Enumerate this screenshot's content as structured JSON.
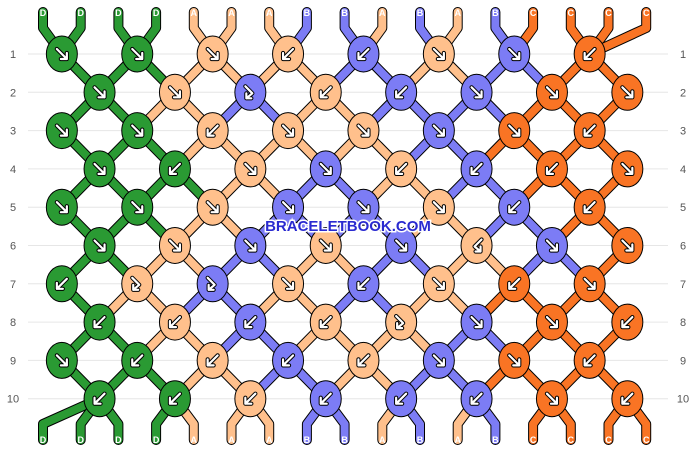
{
  "watermark": "BRACELETBOOK.COM",
  "colors": {
    "D": "#2a9a33",
    "A": "#ffc08c",
    "B": "#7c7cf5",
    "C": "#f97424",
    "outline": "#000000",
    "grid": "#e6e6e6",
    "label": "#555555"
  },
  "strand_labels_top": [
    "D",
    "D",
    "D",
    "D",
    "A",
    "A",
    "A",
    "B",
    "B",
    "A",
    "B",
    "A",
    "B",
    "C",
    "C",
    "C",
    "C"
  ],
  "strand_labels_bottom": [
    "D",
    "D",
    "D",
    "D",
    "A",
    "A",
    "A",
    "B",
    "B",
    "A",
    "B",
    "A",
    "B",
    "C",
    "C",
    "C",
    "C"
  ],
  "row_labels": [
    "1",
    "2",
    "3",
    "4",
    "5",
    "6",
    "7",
    "8",
    "9",
    "10"
  ],
  "knot_rows": [
    [
      [
        "D",
        "fwd"
      ],
      [
        "D",
        "fwd"
      ],
      [
        "A",
        "fwd"
      ],
      [
        "A",
        "bwd"
      ],
      [
        "B",
        "bwd"
      ],
      [
        "A",
        "fwd"
      ],
      [
        "B",
        "fwd"
      ],
      [
        "C",
        "bwd"
      ]
    ],
    [
      [
        "D",
        "fwd"
      ],
      [
        "A",
        "fwd"
      ],
      [
        "B",
        "fwdbwd"
      ],
      [
        "A",
        "bwd"
      ],
      [
        "B",
        "bwd"
      ],
      [
        "B",
        "fwd"
      ],
      [
        "C",
        "fwd"
      ],
      [
        "C",
        "fwd"
      ]
    ],
    [
      [
        "D",
        "fwd"
      ],
      [
        "D",
        "fwd"
      ],
      [
        "A",
        "bwd"
      ],
      [
        "A",
        "fwd"
      ],
      [
        "A",
        "fwd"
      ],
      [
        "B",
        "fwd"
      ],
      [
        "C",
        "fwd"
      ],
      [
        "C",
        "bwd"
      ]
    ],
    [
      [
        "D",
        "fwd"
      ],
      [
        "D",
        "bwd"
      ],
      [
        "A",
        "fwd"
      ],
      [
        "B",
        "fwd"
      ],
      [
        "A",
        "bwd"
      ],
      [
        "B",
        "bwd"
      ],
      [
        "C",
        "bwd"
      ],
      [
        "C",
        "fwd"
      ]
    ],
    [
      [
        "D",
        "fwd"
      ],
      [
        "D",
        "fwd"
      ],
      [
        "A",
        "fwd"
      ],
      [
        "B",
        "fwd"
      ],
      [
        "B",
        "fwd"
      ],
      [
        "A",
        "fwd"
      ],
      [
        "B",
        "bwd"
      ],
      [
        "C",
        "bwd"
      ]
    ],
    [
      [
        "D",
        "fwd"
      ],
      [
        "A",
        "fwd"
      ],
      [
        "B",
        "fwd"
      ],
      [
        "A",
        "fwd"
      ],
      [
        "B",
        "fwd"
      ],
      [
        "A",
        "bwdfwd"
      ],
      [
        "B",
        "fwd"
      ],
      [
        "C",
        "fwd"
      ]
    ],
    [
      [
        "D",
        "bwd"
      ],
      [
        "A",
        "fwdbwd"
      ],
      [
        "B",
        "fwdbwd"
      ],
      [
        "A",
        "fwd"
      ],
      [
        "B",
        "bwd"
      ],
      [
        "A",
        "fwd"
      ],
      [
        "C",
        "bwd"
      ],
      [
        "C",
        "fwd"
      ]
    ],
    [
      [
        "D",
        "bwd"
      ],
      [
        "A",
        "bwd"
      ],
      [
        "B",
        "bwd"
      ],
      [
        "A",
        "bwd"
      ],
      [
        "A",
        "fwdbwd"
      ],
      [
        "B",
        "fwd"
      ],
      [
        "C",
        "fwd"
      ],
      [
        "C",
        "bwd"
      ]
    ],
    [
      [
        "D",
        "fwd"
      ],
      [
        "D",
        "bwd"
      ],
      [
        "A",
        "bwd"
      ],
      [
        "B",
        "bwd"
      ],
      [
        "A",
        "bwd"
      ],
      [
        "B",
        "fwd"
      ],
      [
        "C",
        "fwd"
      ],
      [
        "C",
        "bwd"
      ]
    ],
    [
      [
        "D",
        "bwd"
      ],
      [
        "D",
        "bwd"
      ],
      [
        "A",
        "bwd"
      ],
      [
        "B",
        "bwd"
      ],
      [
        "B",
        "bwd"
      ],
      [
        "B",
        "bwd"
      ],
      [
        "C",
        "fwd"
      ],
      [
        "C",
        "bwd"
      ]
    ]
  ]
}
